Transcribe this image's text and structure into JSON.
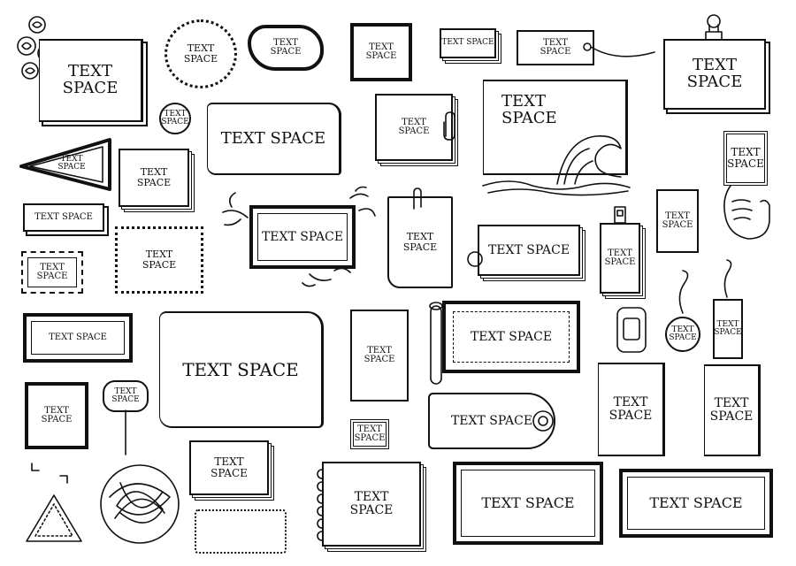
{
  "label": "TEXT SPACE",
  "line1": "TEXT",
  "line2": "SPACE",
  "ink_color": "#111111",
  "paper_color": "#ffffff"
}
